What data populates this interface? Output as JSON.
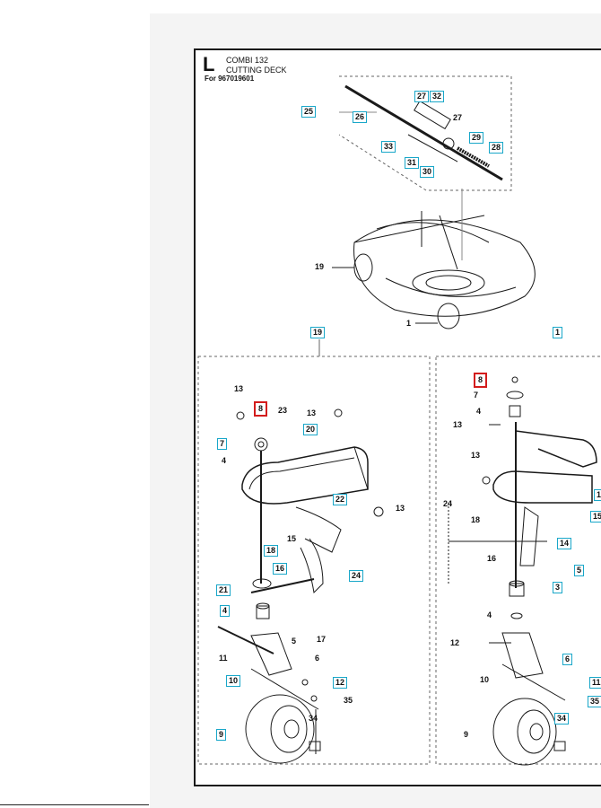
{
  "header": {
    "section_letter": "L",
    "model": "COMBI 132",
    "title": "CUTTING DECK",
    "for_line": "For 967019601"
  },
  "callouts": {
    "top": [
      {
        "text": "25",
        "boxed": true
      },
      {
        "text": "26",
        "boxed": true
      },
      {
        "text": "27",
        "boxed": true
      },
      {
        "text": "32",
        "boxed": true
      },
      {
        "text": "27",
        "boxed": false
      },
      {
        "text": "29",
        "boxed": true
      },
      {
        "text": "28",
        "boxed": true
      },
      {
        "text": "33",
        "boxed": true
      },
      {
        "text": "31",
        "boxed": true
      },
      {
        "text": "30",
        "boxed": true
      },
      {
        "text": "19",
        "boxed": false
      },
      {
        "text": "1",
        "boxed": false
      },
      {
        "text": "19",
        "boxed": true
      },
      {
        "text": "1",
        "boxed": true
      }
    ],
    "left_detail": [
      {
        "text": "13",
        "boxed": false
      },
      {
        "text": "8",
        "boxed": false,
        "highlight": true
      },
      {
        "text": "23",
        "boxed": false
      },
      {
        "text": "13",
        "boxed": false
      },
      {
        "text": "20",
        "boxed": true
      },
      {
        "text": "7",
        "boxed": true
      },
      {
        "text": "4",
        "boxed": false
      },
      {
        "text": "22",
        "boxed": true
      },
      {
        "text": "13",
        "boxed": false
      },
      {
        "text": "15",
        "boxed": false
      },
      {
        "text": "18",
        "boxed": true
      },
      {
        "text": "16",
        "boxed": true
      },
      {
        "text": "24",
        "boxed": true
      },
      {
        "text": "21",
        "boxed": true
      },
      {
        "text": "4",
        "boxed": true
      },
      {
        "text": "5",
        "boxed": false
      },
      {
        "text": "17",
        "boxed": false
      },
      {
        "text": "11",
        "boxed": false
      },
      {
        "text": "6",
        "boxed": false
      },
      {
        "text": "10",
        "boxed": true
      },
      {
        "text": "12",
        "boxed": true
      },
      {
        "text": "35",
        "boxed": false
      },
      {
        "text": "34",
        "boxed": false
      },
      {
        "text": "9",
        "boxed": true
      }
    ],
    "right_detail": [
      {
        "text": "8",
        "boxed": false,
        "highlight": true
      },
      {
        "text": "7",
        "boxed": false
      },
      {
        "text": "4",
        "boxed": false
      },
      {
        "text": "13",
        "boxed": false
      },
      {
        "text": "13",
        "boxed": false
      },
      {
        "text": "24",
        "boxed": false
      },
      {
        "text": "18",
        "boxed": false
      },
      {
        "text": "1",
        "boxed": true
      },
      {
        "text": "15",
        "boxed": true
      },
      {
        "text": "14",
        "boxed": true
      },
      {
        "text": "16",
        "boxed": false
      },
      {
        "text": "5",
        "boxed": true
      },
      {
        "text": "3",
        "boxed": true
      },
      {
        "text": "4",
        "boxed": false
      },
      {
        "text": "12",
        "boxed": false
      },
      {
        "text": "6",
        "boxed": true
      },
      {
        "text": "10",
        "boxed": false
      },
      {
        "text": "11",
        "boxed": true
      },
      {
        "text": "35",
        "boxed": true
      },
      {
        "text": "34",
        "boxed": true
      },
      {
        "text": "9",
        "boxed": false
      }
    ]
  },
  "colors": {
    "callout_border": "#19a7c9",
    "highlight_border": "#d31c1c",
    "line": "#1a1a1a"
  }
}
